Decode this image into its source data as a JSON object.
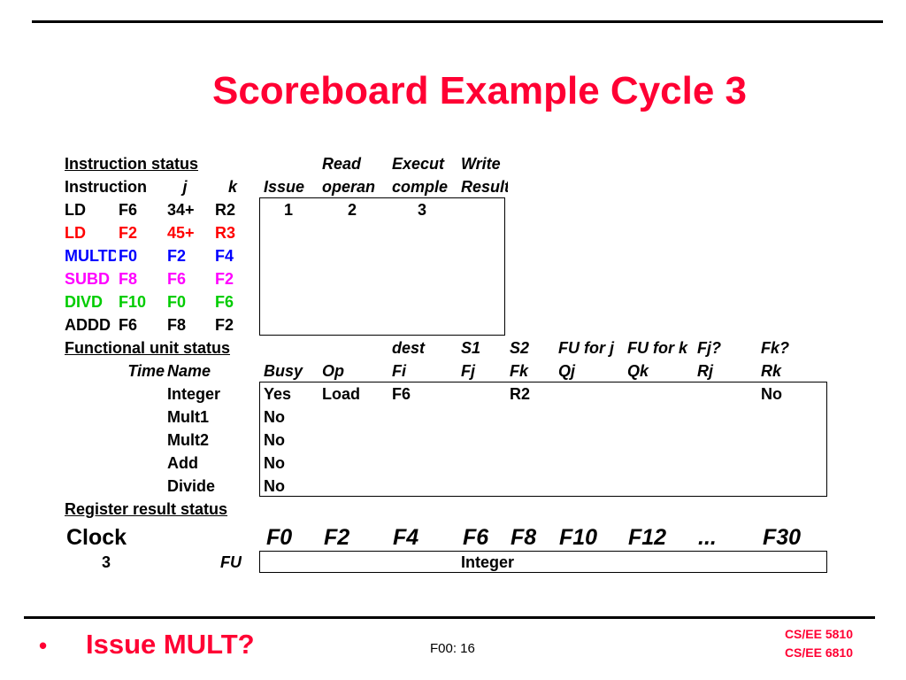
{
  "title": "Scoreboard Example Cycle 3",
  "instruction_status": {
    "header1": [
      "Instruction status ",
      "Read",
      "Execut",
      "Write"
    ],
    "header2": [
      "Instruction",
      "j",
      "k",
      "Issue",
      "operan",
      "comple",
      "Result"
    ],
    "rows": [
      {
        "op": "LD",
        "dest": "F6",
        "j": "34+",
        "k": "R2",
        "issue": "1",
        "read": "2",
        "exec": "3",
        "write": "",
        "color": "#000000"
      },
      {
        "op": "LD",
        "dest": "F2",
        "j": "45+",
        "k": "R3",
        "issue": "",
        "read": "",
        "exec": "",
        "write": "",
        "color": "#ff0000"
      },
      {
        "op": "MULTD",
        "dest": "F0",
        "j": "F2",
        "k": "F4",
        "issue": "",
        "read": "",
        "exec": "",
        "write": "",
        "color": "#0000ff"
      },
      {
        "op": "SUBD",
        "dest": "F8",
        "j": "F6",
        "k": "F2",
        "issue": "",
        "read": "",
        "exec": "",
        "write": "",
        "color": "#ff00ff"
      },
      {
        "op": "DIVD",
        "dest": "F10",
        "j": "F0",
        "k": "F6",
        "issue": "",
        "read": "",
        "exec": "",
        "write": "",
        "color": "#00cc00"
      },
      {
        "op": "ADDD",
        "dest": "F6",
        "j": "F8",
        "k": "F2",
        "issue": "",
        "read": "",
        "exec": "",
        "write": "",
        "color": "#000000"
      }
    ]
  },
  "functional_unit_status": {
    "label": "Functional unit status",
    "header1": [
      "dest",
      "S1",
      "S2",
      "FU for j",
      "FU for k",
      "Fj?",
      "Fk?"
    ],
    "header2": [
      "Time",
      "Name",
      "Busy",
      "Op",
      "Fi",
      "Fj",
      "Fk",
      "Qj",
      "Qk",
      "Rj",
      "Rk"
    ],
    "rows": [
      {
        "time": "",
        "name": "Integer",
        "busy": "Yes",
        "op": "Load",
        "fi": "F6",
        "fj": "",
        "fk": "R2",
        "qj": "",
        "qk": "",
        "rj": "",
        "rk": "No"
      },
      {
        "time": "",
        "name": "Mult1",
        "busy": "No",
        "op": "",
        "fi": "",
        "fj": "",
        "fk": "",
        "qj": "",
        "qk": "",
        "rj": "",
        "rk": ""
      },
      {
        "time": "",
        "name": "Mult2",
        "busy": "No",
        "op": "",
        "fi": "",
        "fj": "",
        "fk": "",
        "qj": "",
        "qk": "",
        "rj": "",
        "rk": ""
      },
      {
        "time": "",
        "name": "Add",
        "busy": "No",
        "op": "",
        "fi": "",
        "fj": "",
        "fk": "",
        "qj": "",
        "qk": "",
        "rj": "",
        "rk": ""
      },
      {
        "time": "",
        "name": "Divide",
        "busy": "No",
        "op": "",
        "fi": "",
        "fj": "",
        "fk": "",
        "qj": "",
        "qk": "",
        "rj": "",
        "rk": ""
      }
    ]
  },
  "register_result_status": {
    "label": "Register result status",
    "clock_label": "Clock",
    "registers": [
      "F0",
      "F2",
      "F4",
      "F6",
      "F8",
      "F10",
      "F12",
      "...",
      "F30"
    ],
    "clock_value": "3",
    "fu_label": "FU",
    "fu_values": [
      "",
      "",
      "",
      "Integer",
      "",
      "",
      "",
      "",
      ""
    ]
  },
  "footer": {
    "bullet": "•",
    "question": "Issue MULT?",
    "page": "F00:  16",
    "course1": "CS/EE 5810",
    "course2": "CS/EE 6810"
  }
}
